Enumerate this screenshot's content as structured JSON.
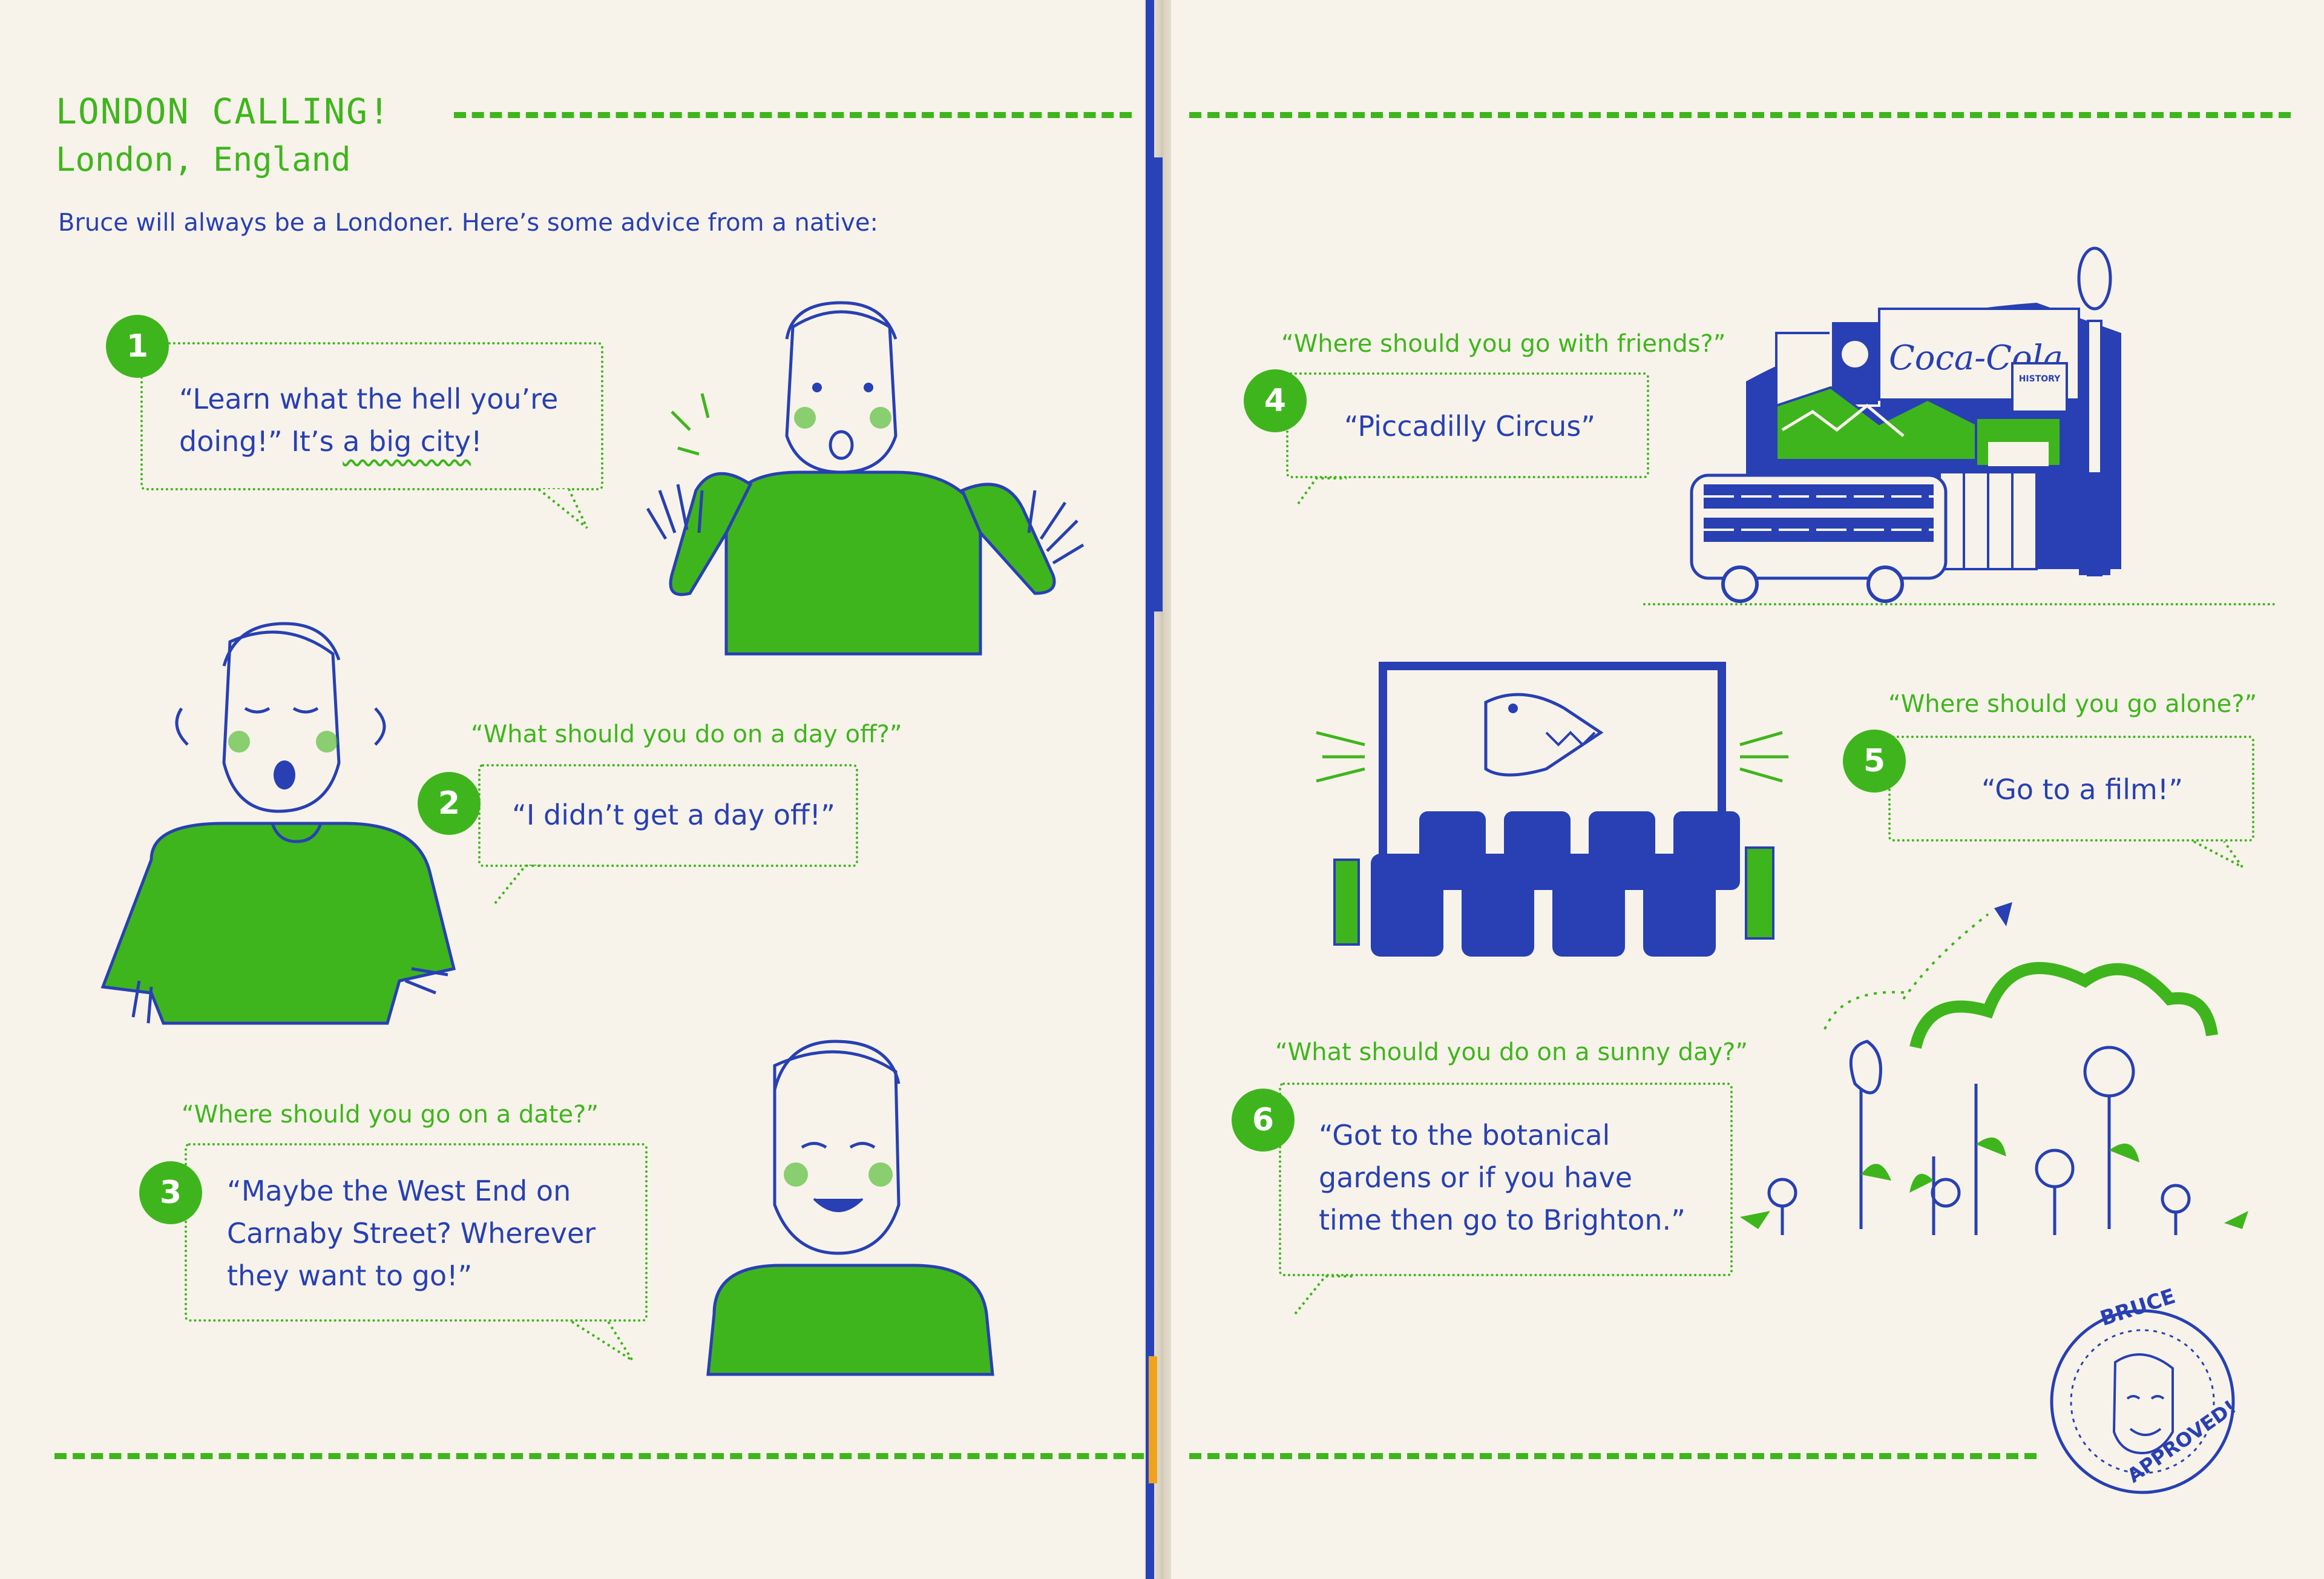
{
  "left_page": {
    "title": "LONDON CALLING!",
    "subtitle": "London, England",
    "intro": "Bruce will always be a Londoner. Here’s some advice from a native:",
    "tips": [
      {
        "number": "1",
        "question": "",
        "answer_part1": "“Learn what the hell you’re doing!” It’s ",
        "answer_highlight": "a big city",
        "answer_part2": "!"
      },
      {
        "number": "2",
        "question": "“What should you do on a day off?”",
        "answer": "“I didn’t get a day off!”"
      },
      {
        "number": "3",
        "question": "“Where should you go on a date?”",
        "answer": "“Maybe the West End on Carnaby Street? Wherever they want to go!”"
      }
    ]
  },
  "right_page": {
    "tips": [
      {
        "number": "4",
        "question": "“Where should you go with friends?”",
        "answer": "“Piccadilly Circus”"
      },
      {
        "number": "5",
        "question": "“Where should you go alone?”",
        "answer": "“Go to a film!”"
      },
      {
        "number": "6",
        "question": "“What should you do on a sunny day?”",
        "answer": "“Got to the botanical gardens or if you have time then go to Brighton.”"
      }
    ],
    "sign_text": "Coca-Cola",
    "shop_sign": "HISTORY",
    "stamp_top": "BRUCE",
    "stamp_bottom": "APPROVED!"
  },
  "colors": {
    "green": "#3fb51d",
    "blue": "#2840b3",
    "paper": "#f7f3ea"
  }
}
